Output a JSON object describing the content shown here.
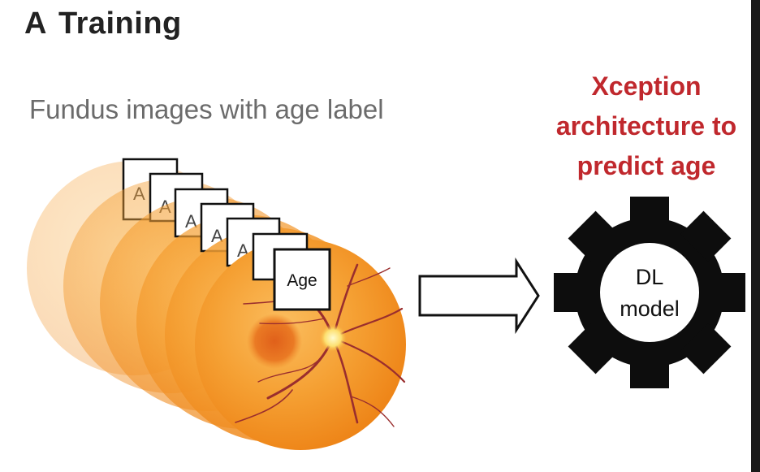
{
  "panel": {
    "letter": "A",
    "title": "Training"
  },
  "subtitle": "Fundus images with age label",
  "model_caption": {
    "line1": "Xception",
    "line2": "architecture to",
    "line3": "predict age"
  },
  "stack": {
    "image_count": 6,
    "card_label_partial": "A",
    "card_label_front": "Age"
  },
  "model": {
    "line1": "DL",
    "line2": "model"
  },
  "colors": {
    "fundus_outer": "#f08a1c",
    "fundus_inner": "#fbbd5e",
    "vessel": "#9a2e2e",
    "optic_disc": "#fff3a0",
    "macula": "#e36b1a",
    "caption_red": "#c0282d",
    "gear": "#0d0d0d"
  }
}
